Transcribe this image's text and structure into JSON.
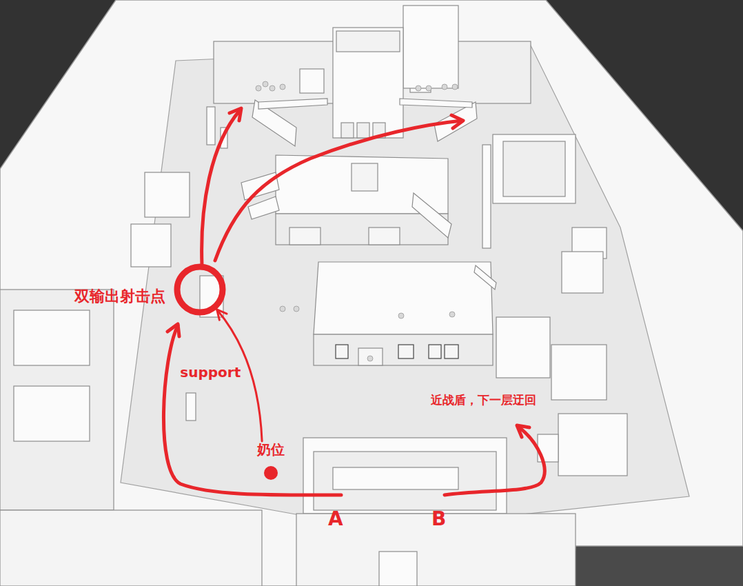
{
  "diagram": {
    "nodes": [
      {
        "text": [
          "双输出射击点"
        ]
      },
      {
        "text": [
          "奶位"
        ]
      }
    ],
    "edges": [
      {
        "from": 1,
        "to": 0,
        "arrow": "to",
        "label": "support"
      }
    ],
    "labels": [
      "近战盾，下一层迂回",
      "A",
      "B"
    ]
  }
}
